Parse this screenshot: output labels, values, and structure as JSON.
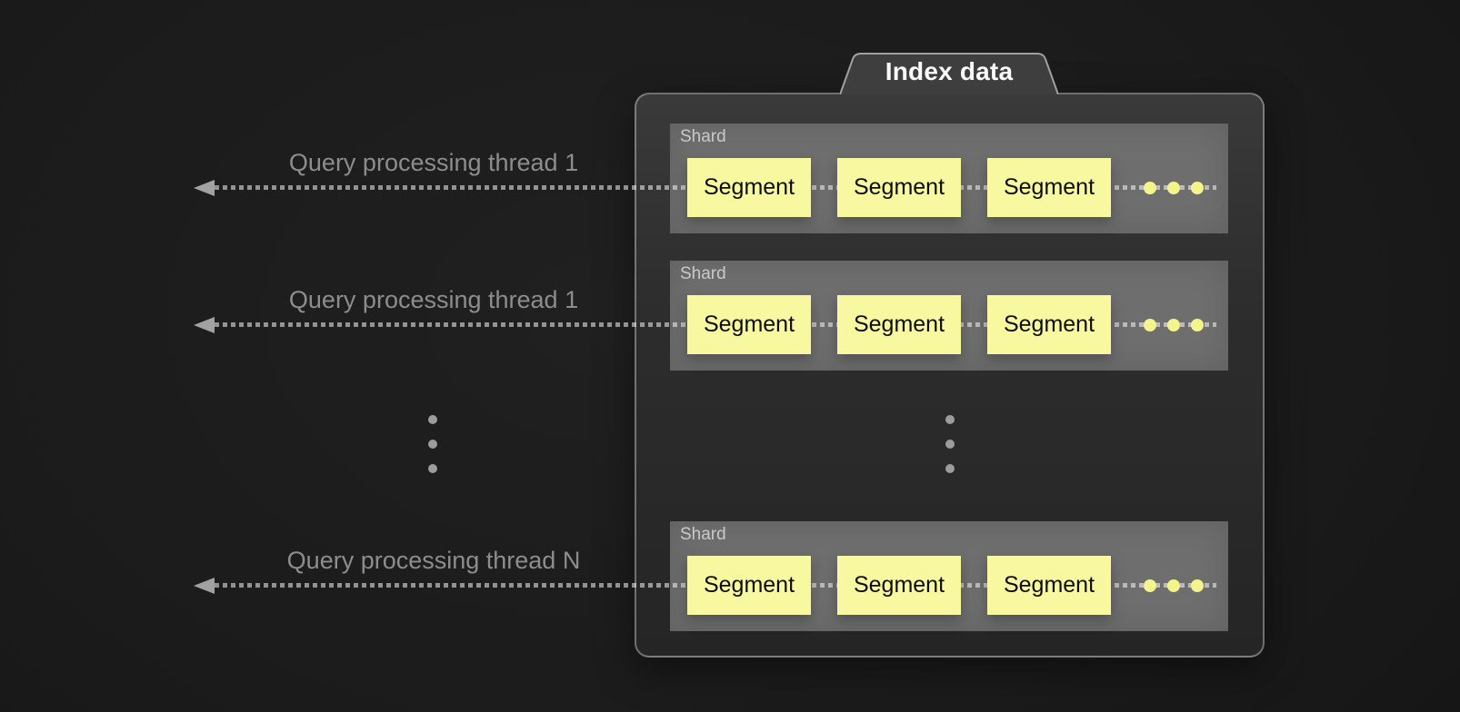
{
  "diagram": {
    "title": "Index data",
    "threads": [
      {
        "label": "Query processing thread 1"
      },
      {
        "label": "Query processing thread 1"
      },
      {
        "label": "Query processing thread N"
      }
    ],
    "shards": [
      {
        "label": "Shard",
        "segments": [
          "Segment",
          "Segment",
          "Segment"
        ]
      },
      {
        "label": "Shard",
        "segments": [
          "Segment",
          "Segment",
          "Segment"
        ]
      },
      {
        "label": "Shard",
        "segments": [
          "Segment",
          "Segment",
          "Segment"
        ]
      }
    ],
    "icons": {
      "arrow_left": "arrow-left-icon",
      "ellipsis_horizontal": "ellipsis-horizontal-icon",
      "ellipsis_vertical": "ellipsis-vertical-icon"
    },
    "colors": {
      "background": "#1b1b1b",
      "panel_fill": "#2e2e2e",
      "panel_border": "#8c8c8c",
      "tab_fill": "#3e3e3e",
      "title_text": "#fafafa",
      "shard_fill": "#6e6e6e",
      "shard_label_text": "#c9c9c9",
      "segment_fill": "#f8f8a0",
      "segment_text": "#0d0d0d",
      "arrow": "#a2a2a2",
      "dash": "#9a9a9a",
      "thread_label_text": "#8d8d8d",
      "ellipsis_gray": "#9c9c9c",
      "ellipsis_yellow": "#f4f48c"
    }
  }
}
